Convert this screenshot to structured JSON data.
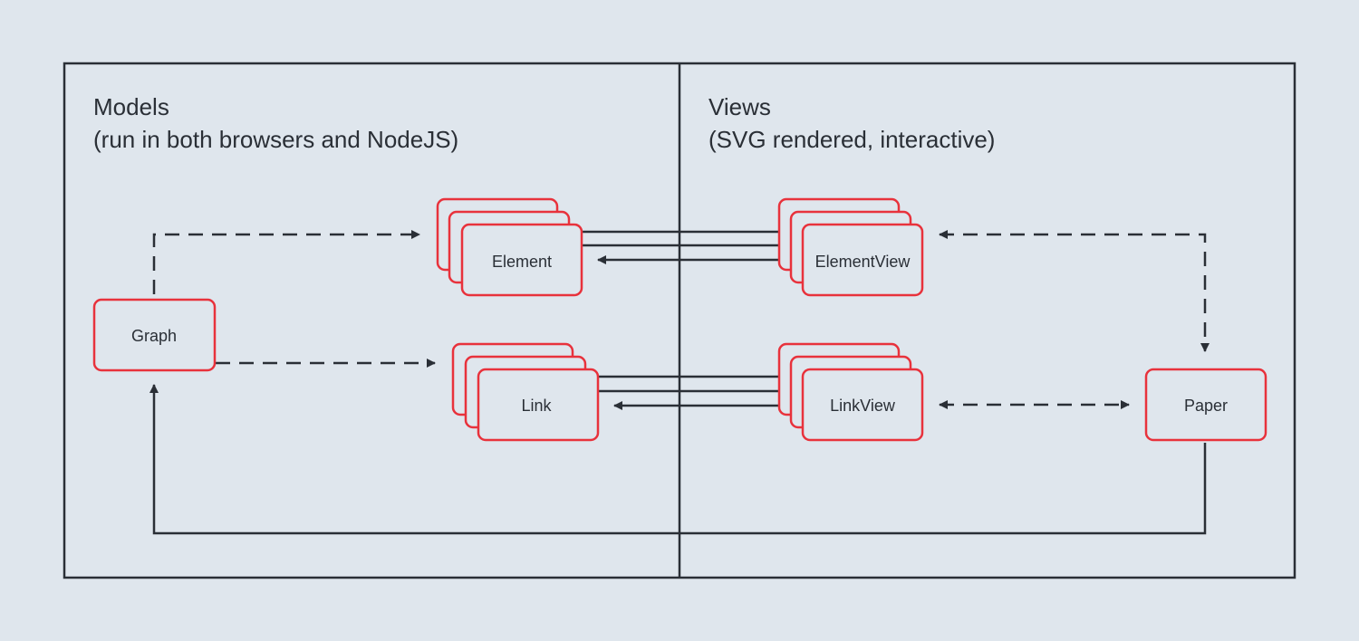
{
  "colors": {
    "background": "#dfe6ed",
    "frame": "#2a2f36",
    "node_stroke": "#e8323c",
    "node_fill": "#dfe6ed",
    "text": "#2a2f36"
  },
  "panels": {
    "models": {
      "title": "Models",
      "subtitle": "(run in both browsers and NodeJS)"
    },
    "views": {
      "title": "Views",
      "subtitle": "(SVG rendered, interactive)"
    }
  },
  "nodes": {
    "graph": "Graph",
    "element": "Element",
    "link": "Link",
    "element_view": "ElementView",
    "link_view": "LinkView",
    "paper": "Paper"
  }
}
